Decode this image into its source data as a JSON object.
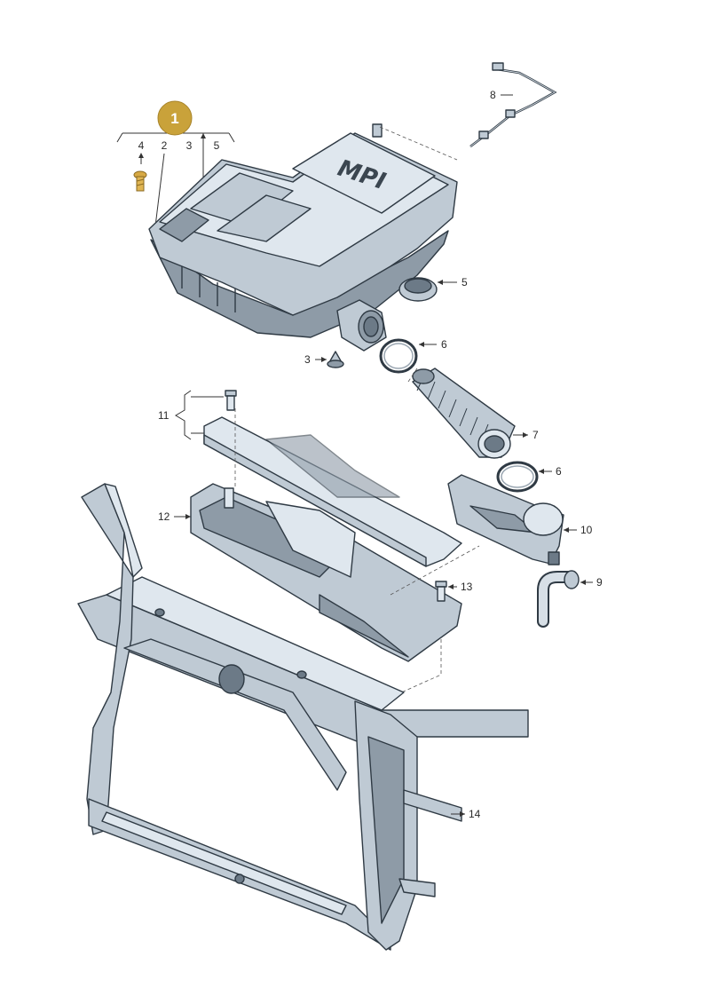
{
  "badge": {
    "label": "1",
    "color": "#c9a23a"
  },
  "group_labels": [
    "4",
    "2",
    "3",
    "5"
  ],
  "callouts": {
    "c3": "3",
    "c5": "5",
    "c6a": "6",
    "c6b": "6",
    "c7": "7",
    "c8": "8",
    "c9": "9",
    "c10": "10",
    "c11": "11",
    "c12": "12",
    "c13": "13",
    "c14": "14"
  },
  "airbox_logo": "MPI",
  "colors": {
    "line": "#2f3a44",
    "part_fill": "#dfe7ee",
    "part_shade": "#8e9ba7"
  }
}
